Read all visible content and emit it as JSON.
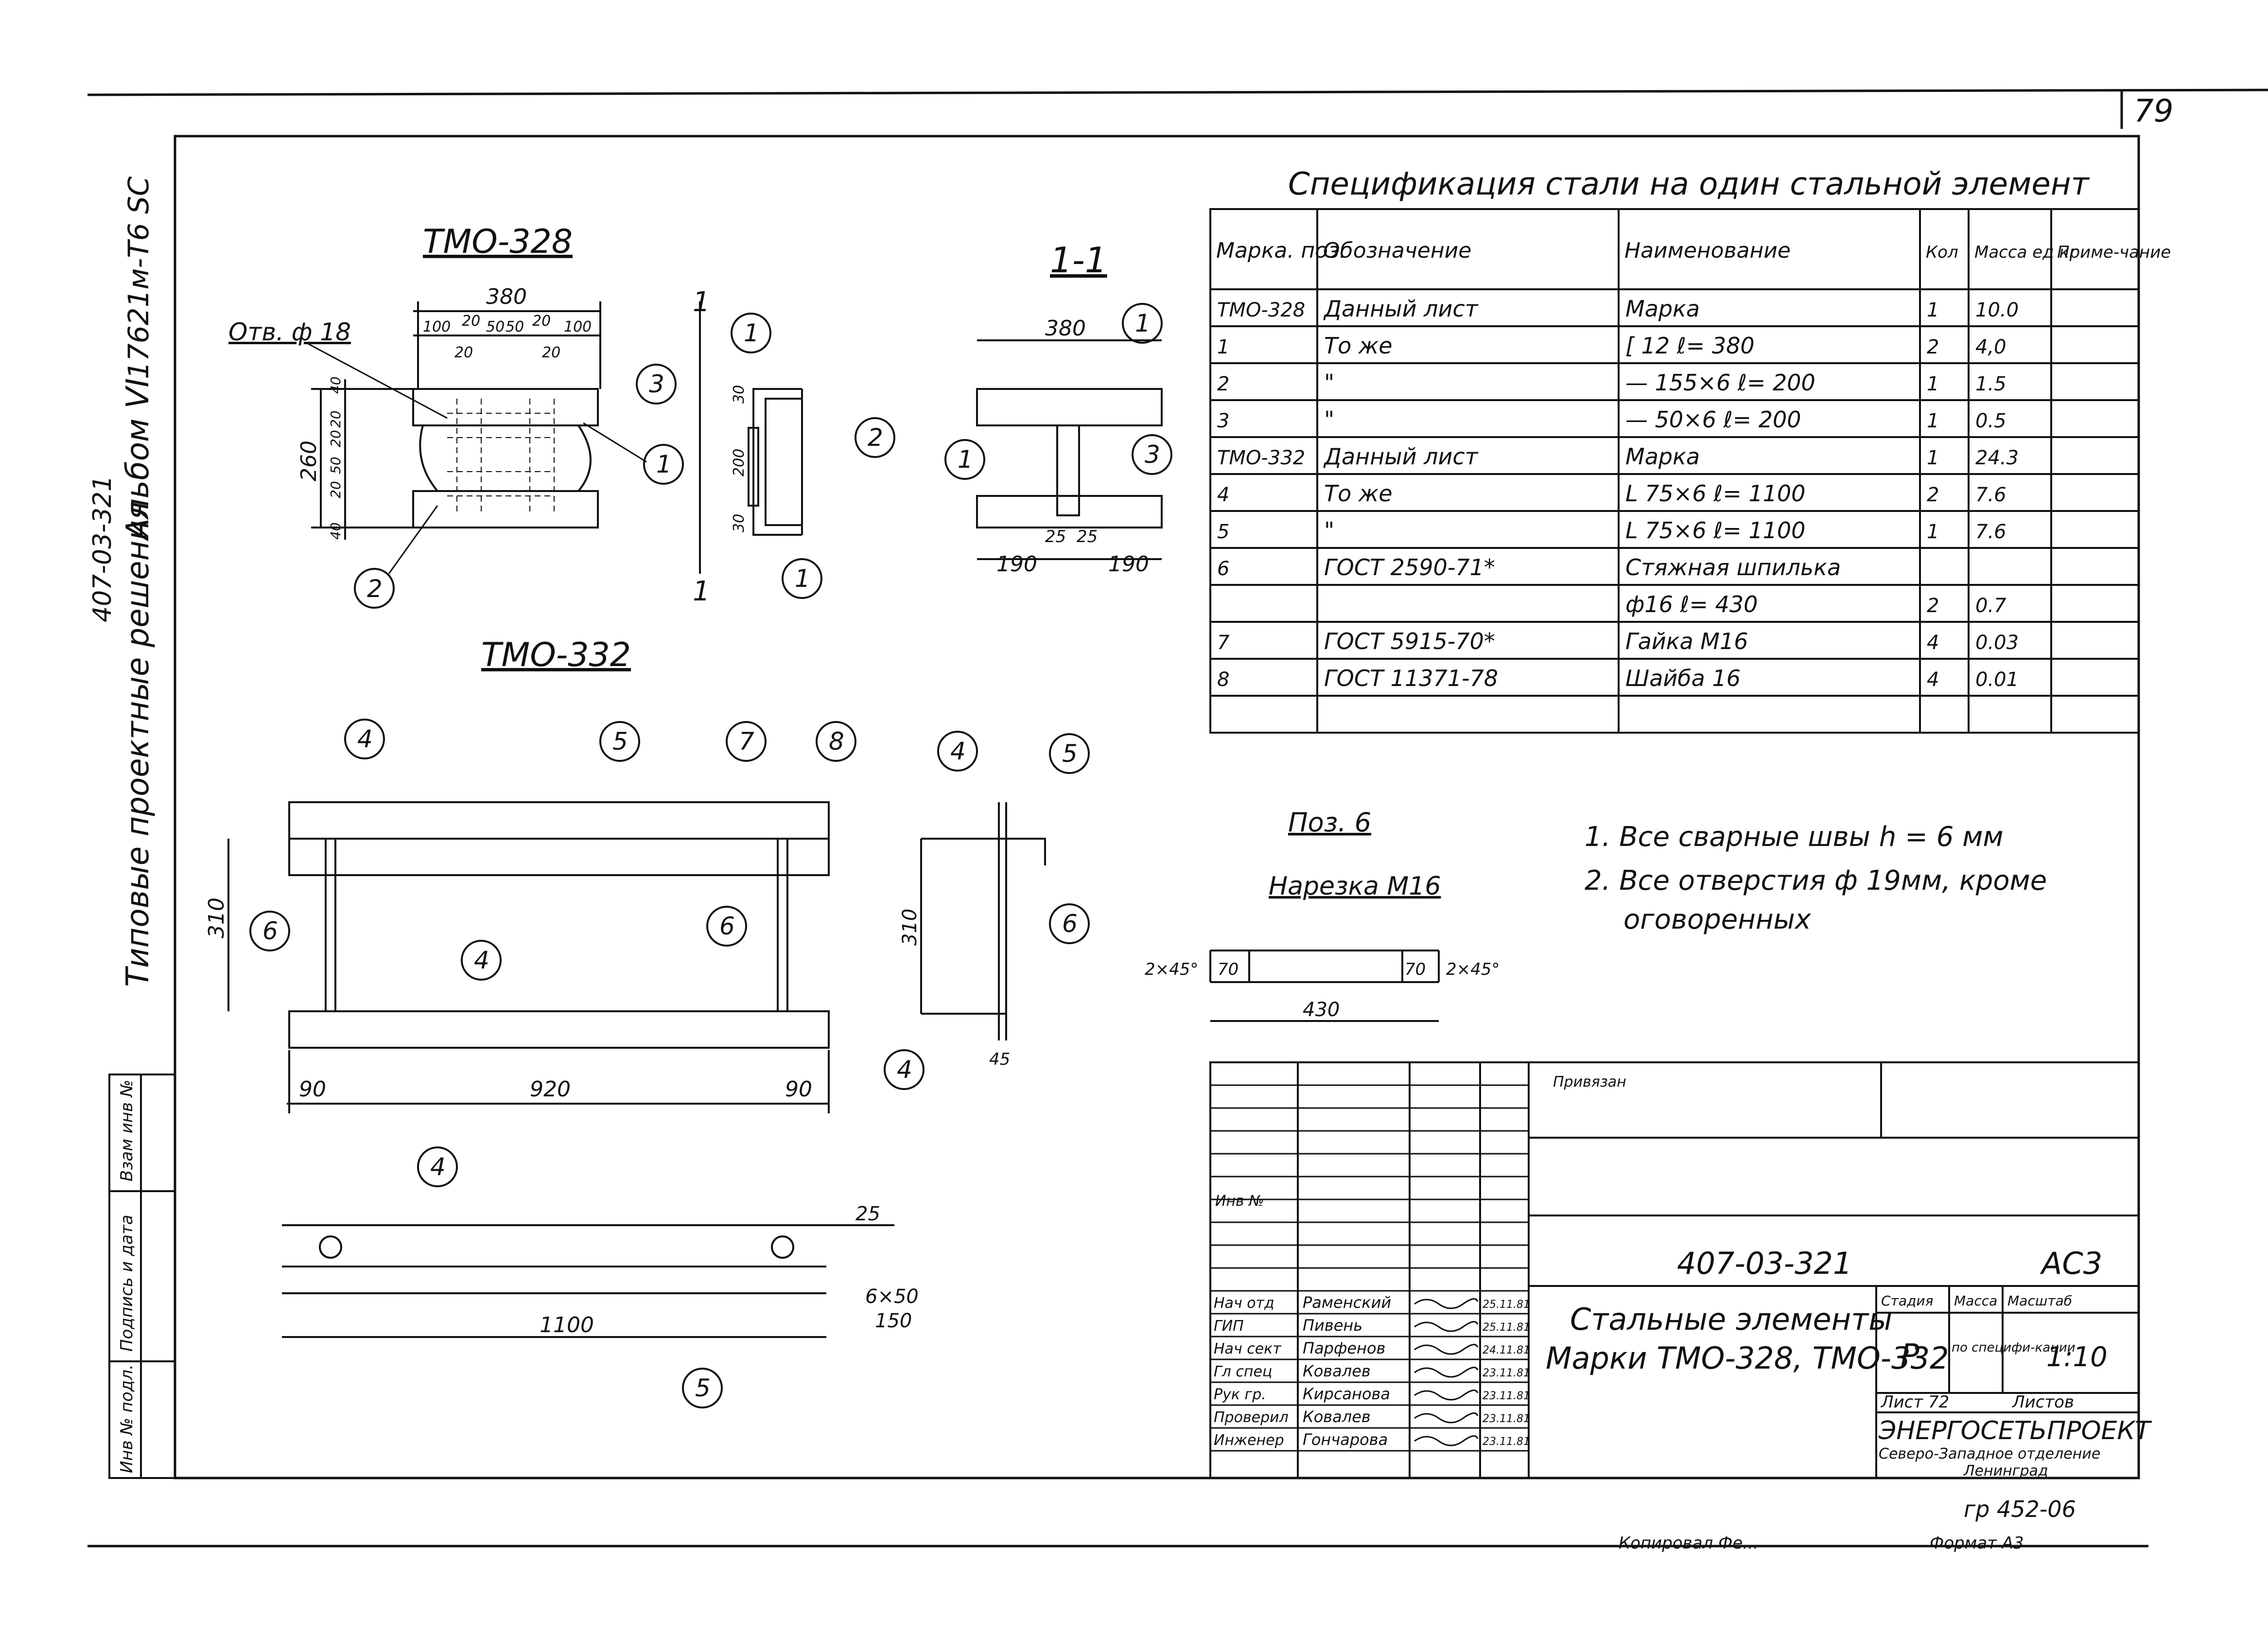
{
  "sheet_number": "79",
  "left_margin": {
    "album": "Типовые проектные решения",
    "album_no": "Альбом VI",
    "doc_code": "407-03-321",
    "inv_code": "17621м-Т6 SC",
    "stamp_labels": [
      "Взам инв №",
      "Подпись и дата",
      "Инв № подл."
    ]
  },
  "views": {
    "tmo328_title": "ТМО-328",
    "section_title": "1-1",
    "tmo332_title": "ТМО-332",
    "pos6_title": "Поз. 6",
    "hole_label": "Отв. ф 18",
    "thread_label": "Нарезка М16",
    "section_mark": "1"
  },
  "dimensions": {
    "tmo328_width": "380",
    "tmo328_holes": [
      "100",
      "20",
      "50",
      "50",
      "20",
      "100"
    ],
    "tmo328_inner": [
      "20",
      "20"
    ],
    "tmo328_height": "260",
    "tmo328_vert": [
      "40",
      "20",
      "20",
      "50",
      "20",
      "40"
    ],
    "side_dims": [
      "30",
      "200",
      "30"
    ],
    "s11_width": "380",
    "s11_bottom": [
      "25",
      "25",
      "190",
      "190"
    ],
    "tmo332_height": "310",
    "tmo332_bottom": [
      "90",
      "920",
      "90"
    ],
    "tmo332_side_height": "310",
    "tmo332_side_dim": "45",
    "plan_length": "1100",
    "plan_dim_a": "6×50",
    "plan_dim_b": "150",
    "plan_dim_c": "25",
    "pos6_total": "430",
    "pos6_thread": "70",
    "pos6_chamfer": "2×45°"
  },
  "callouts": {
    "tmo328": [
      "1",
      "2"
    ],
    "side": [
      "1",
      "2",
      "3",
      "1"
    ],
    "s11": [
      "1",
      "1",
      "3"
    ],
    "tmo332_top": [
      "4",
      "5",
      "7",
      "8"
    ],
    "tmo332_mid": [
      "6",
      "4",
      "6"
    ],
    "tmo332_side": [
      "4",
      "5",
      "6",
      "4"
    ],
    "plan": [
      "4",
      "5"
    ]
  },
  "spec": {
    "title": "Спецификация стали на один стальной элемент",
    "headers": [
      "Марка. поз.",
      "Обозначение",
      "Наименование",
      "Кол",
      "Масса ед кг",
      "Приме-чание"
    ],
    "rows": [
      [
        "ТМО-328",
        "Данный лист",
        "Марка",
        "1",
        "10.0",
        ""
      ],
      [
        "1",
        "То же",
        "[ 12     ℓ= 380",
        "2",
        "4,0",
        ""
      ],
      [
        "2",
        "\"",
        "— 155×6    ℓ= 200",
        "1",
        "1.5",
        ""
      ],
      [
        "3",
        "\"",
        "— 50×6    ℓ= 200",
        "1",
        "0.5",
        ""
      ],
      [
        "ТМО-332",
        "Данный лист",
        "Марка",
        "1",
        "24.3",
        ""
      ],
      [
        "4",
        "То же",
        "L 75×6   ℓ= 1100",
        "2",
        "7.6",
        ""
      ],
      [
        "5",
        "\"",
        "L 75×6   ℓ= 1100",
        "1",
        "7.6",
        ""
      ],
      [
        "6",
        "ГОСТ 2590-71*",
        "Стяжная шпилька",
        "",
        "",
        ""
      ],
      [
        "",
        "",
        "ф16   ℓ= 430",
        "2",
        "0.7",
        ""
      ],
      [
        "7",
        "ГОСТ 5915-70*",
        "Гайка  М16",
        "4",
        "0.03",
        ""
      ],
      [
        "8",
        "ГОСТ 11371-78",
        "Шайба  16",
        "4",
        "0.01",
        ""
      ],
      [
        "",
        "",
        "",
        "",
        "",
        ""
      ]
    ]
  },
  "notes": [
    "1. Все сварные швы h = 6 мм",
    "2. Все отверстия ф 19мм, кроме",
    "оговоренных"
  ],
  "title_block": {
    "privyazan": "Привязан",
    "inv_no": "Инв №",
    "code": "407-03-321",
    "mark": "АС3",
    "name_line1": "Стальные элементы",
    "name_line2": "Марки ТМО-328, ТМО-332",
    "stage_label": "Стадия",
    "mass_label": "Масса",
    "scale_label": "Масштаб",
    "stage": "Р",
    "mass": "по специфи-кации",
    "scale": "1:10",
    "sheet": "Лист 72",
    "sheets": "Листов",
    "org": "ЭНЕРГОСЕТЬПРОЕКТ",
    "org_sub": "Северо-Западное отделение",
    "org_city": "Ленинград",
    "people": [
      [
        "Нач отд",
        "Раменский",
        "25.11.81"
      ],
      [
        "ГИП",
        "Пивень",
        "25.11.81"
      ],
      [
        "Нач сект",
        "Парфенов",
        "24.11.81"
      ],
      [
        "Гл спец",
        "Ковалев",
        "23.11.81"
      ],
      [
        "Рук гр.",
        "Кирсанова",
        "23.11.81"
      ],
      [
        "Проверил",
        "Ковалев",
        "23.11.81"
      ],
      [
        "Инженер",
        "Гончарова",
        "23.11.81"
      ]
    ]
  },
  "bottom": {
    "archive": "гр 452-06",
    "copied": "Копировал Фе...",
    "format": "Формат А3"
  }
}
